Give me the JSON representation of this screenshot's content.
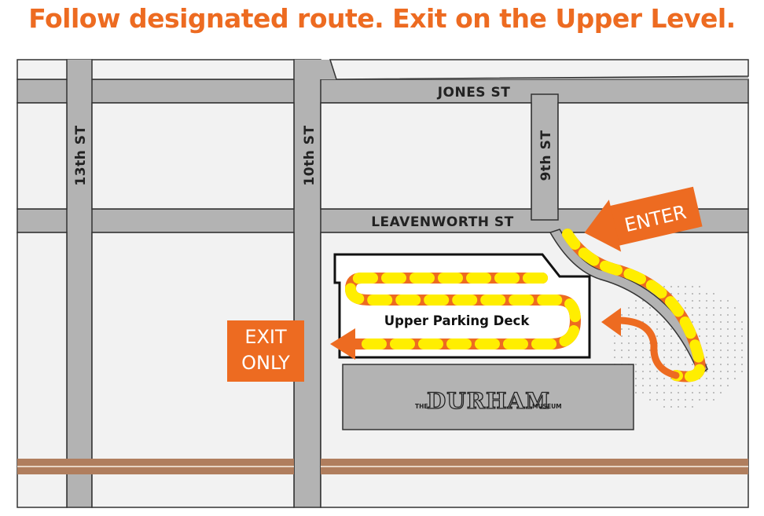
{
  "headline": "Follow designated route. Exit on the Upper Level.",
  "colors": {
    "accent_orange": "#ed6b21",
    "route_yellow": "#ffee00",
    "street_gray": "#b3b3b3",
    "block_fill": "#f2f2f2",
    "rail_brown": "#b07e5e"
  },
  "streets": {
    "jones": "JONES ST",
    "leavenworth": "LEAVENWORTH ST",
    "thirteenth": "13th ST",
    "tenth": "10th ST",
    "ninth": "9th ST"
  },
  "callouts": {
    "enter": "ENTER",
    "exit_line1": "EXIT",
    "exit_line2": "ONLY"
  },
  "buildings": {
    "parking_deck": "Upper Parking Deck",
    "museum_the": "THE",
    "museum_name": "DURHAM",
    "museum_suffix": "MUSEUM"
  },
  "icons": [
    "enter-arrow-icon",
    "exit-arrow-icon",
    "route-arrow-icon"
  ]
}
